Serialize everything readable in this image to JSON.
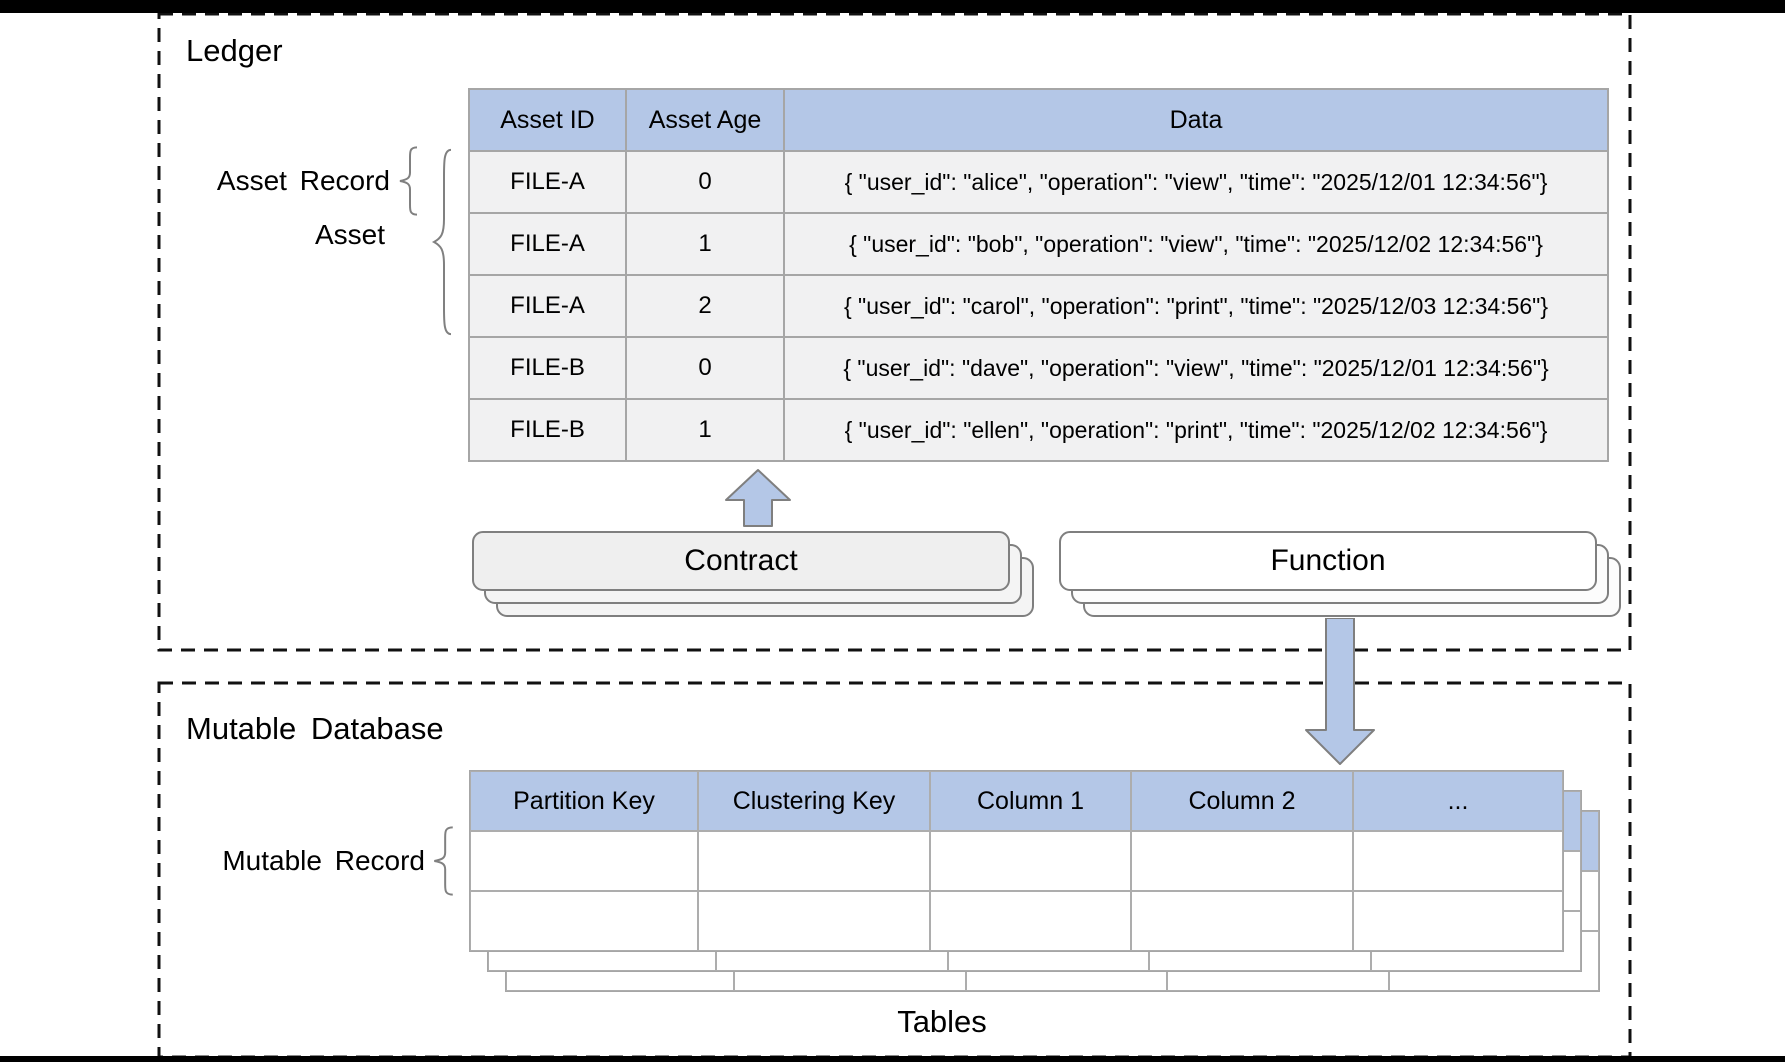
{
  "colors": {
    "header_blue": "#b4c7e7",
    "row_gray": "#f1f1f2",
    "table_border_gray": "#a6a6a6",
    "arrow_fill": "#b4c7e7",
    "arrow_stroke": "#7f7f7f",
    "box_border_gray": "#7f7f7f",
    "dash_border_black": "#111111"
  },
  "ledger": {
    "title": "Ledger",
    "asset_record_label": "Asset Record",
    "asset_label": "Asset",
    "table": {
      "headers": [
        "Asset ID",
        "Asset Age",
        "Data"
      ],
      "rows": [
        [
          "FILE-A",
          "0",
          "{ \"user_id\": \"alice\", \"operation\": \"view\", \"time\": \"2025/12/01 12:34:56\"}"
        ],
        [
          "FILE-A",
          "1",
          "{ \"user_id\": \"bob\", \"operation\": \"view\", \"time\": \"2025/12/02 12:34:56\"}"
        ],
        [
          "FILE-A",
          "2",
          "{ \"user_id\": \"carol\", \"operation\": \"print\", \"time\": \"2025/12/03 12:34:56\"}"
        ],
        [
          "FILE-B",
          "0",
          "{ \"user_id\": \"dave\", \"operation\": \"view\", \"time\": \"2025/12/01 12:34:56\"}"
        ],
        [
          "FILE-B",
          "1",
          "{ \"user_id\": \"ellen\", \"operation\": \"print\", \"time\": \"2025/12/02 12:34:56\"}"
        ]
      ]
    },
    "contract_label": "Contract",
    "function_label": "Function"
  },
  "mutable_database": {
    "title": "Mutable Database",
    "mutable_record_label": "Mutable Record",
    "table": {
      "headers": [
        "Partition Key",
        "Clustering Key",
        "Column 1",
        "Column 2",
        "..."
      ],
      "rows": [
        [
          "",
          "",
          "",
          "",
          ""
        ],
        [
          "",
          "",
          "",
          "",
          ""
        ]
      ]
    },
    "tables_label": "Tables"
  }
}
